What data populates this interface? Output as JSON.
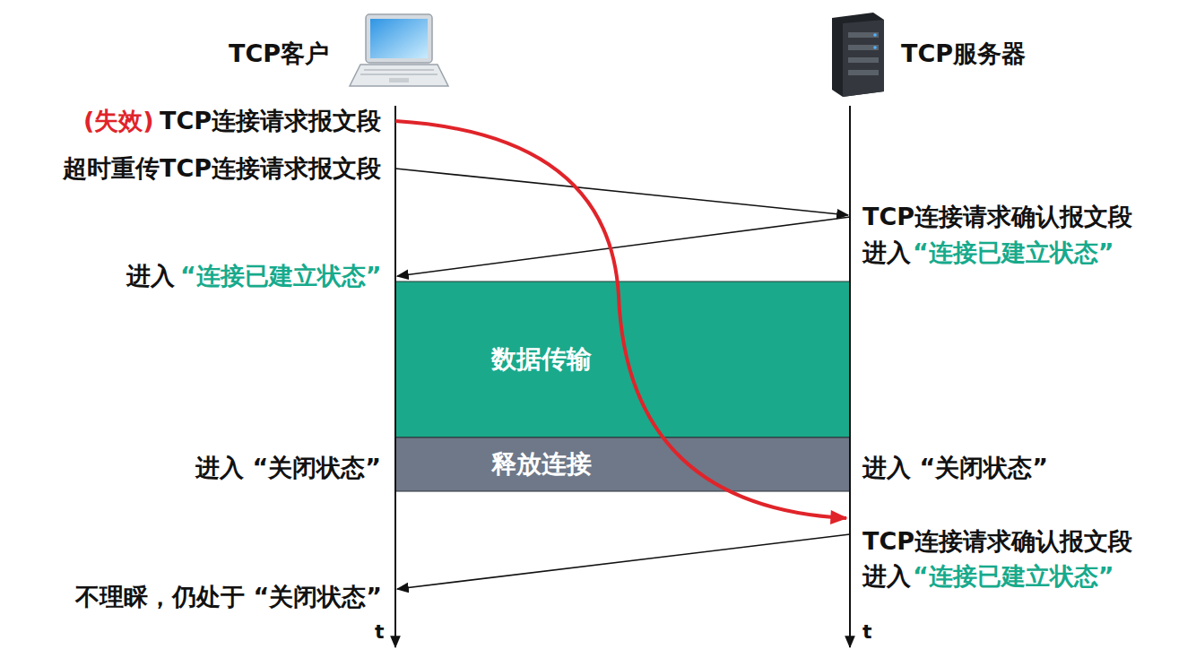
{
  "diagram": {
    "nodes": [
      {
        "text": [
          "数据传输"
        ]
      },
      {
        "text": [
          "释放连接"
        ]
      }
    ],
    "labels": [
      "TCP客户",
      "TCP服务器",
      "(失效)",
      "TCP连接请求报文段",
      "超时重传TCP连接请求报文段",
      "TCP连接请求确认报文段",
      "进入",
      "“连接已建立状态”",
      "进入",
      "“连接已建立状态”",
      "进入 “关闭状态”",
      "进入 “关闭状态”",
      "TCP连接请求确认报文段",
      "进入",
      "“连接已建立状态”",
      "不理睬，仍处于 “关闭状态”",
      "t",
      "t"
    ]
  }
}
